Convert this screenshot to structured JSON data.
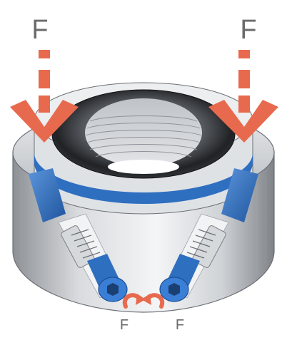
{
  "labels": {
    "force_top_left": "F",
    "force_top_right": "F",
    "torque_left": "F",
    "torque_right": "F"
  },
  "colors": {
    "force_arrow": "#e86a4e",
    "torque_arrow": "#e86a4e",
    "blue_part": "#2f6fc0",
    "ring_gray": "#c8cbcf",
    "seal_dark": "#2a2c2f",
    "label_gray": "#6b6b6b"
  },
  "icons": {
    "force_arrows": "dashed-down-arrow",
    "torque_arrows": "curved-arrow",
    "screws": "hex-socket-screw"
  }
}
